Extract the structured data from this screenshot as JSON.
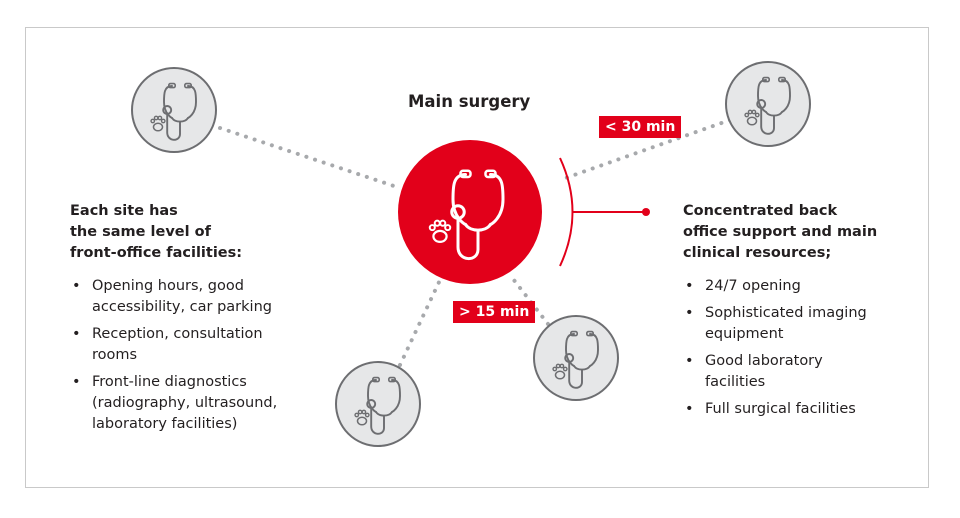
{
  "main_label": "Main surgery",
  "tags": {
    "left": "> 15 min",
    "right": "< 30 min"
  },
  "left_panel": {
    "heading": [
      "Each site has",
      "the same level of",
      "front-office facilities:"
    ],
    "items": [
      [
        "Opening hours, good",
        "accessibility, car parking"
      ],
      [
        "Reception, consultation",
        "rooms"
      ],
      [
        "Front-line diagnostics",
        "(radiography, ultrasound,",
        "laboratory facilities)"
      ]
    ]
  },
  "right_panel": {
    "heading": [
      "Concentrated back",
      "office support and main",
      "clinical resources;"
    ],
    "items": [
      [
        "24/7 opening"
      ],
      [
        "Sophisticated imaging",
        "equipment"
      ],
      [
        "Good laboratory",
        "facilities"
      ],
      [
        "Full surgical facilities"
      ]
    ]
  },
  "icons": {
    "main": "stethoscope-paw-icon",
    "satellite": "stethoscope-paw-icon"
  },
  "colors": {
    "accent": "#e2001a",
    "dots": "#a7a9ac",
    "satellite_fill": "#e6e7e8",
    "satellite_stroke": "#6d6e71",
    "text": "#231f20"
  }
}
